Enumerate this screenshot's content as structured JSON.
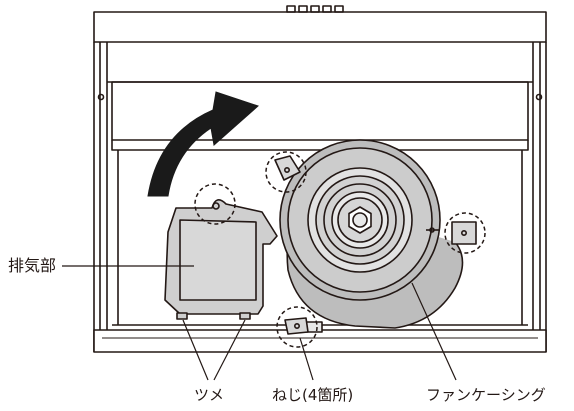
{
  "labels": {
    "exhaust": "排気部",
    "claw": "ツメ",
    "screws": "ねじ(4箇所)",
    "fan_casing": "ファンケーシング"
  },
  "icons": {
    "rotation_arrow": "curved-arrow-icon",
    "screw_marker": "dashed-circle-icon"
  },
  "colors": {
    "line": "#231815",
    "part_fill": "#cfcfcf",
    "casing_fill": "#bdbdbd",
    "arrow_fill": "#1a1a1a",
    "background": "#ffffff"
  }
}
